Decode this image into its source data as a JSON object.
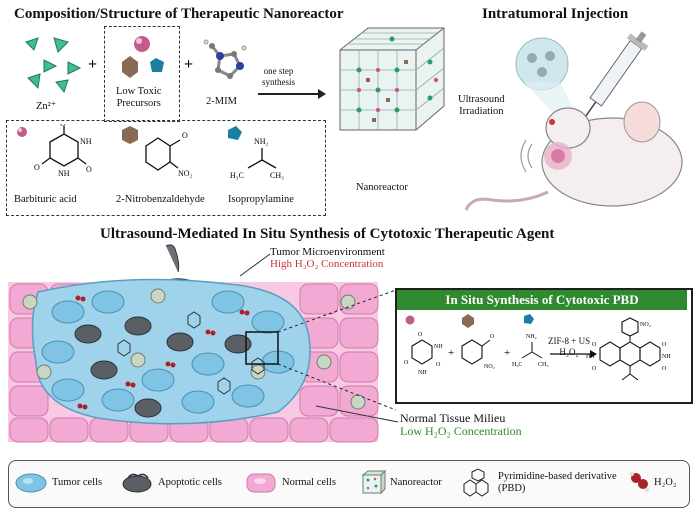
{
  "top_left": {
    "title": "Composition/Structure of Therapeutic Nanoreactor",
    "zn_label": "Zn²⁺",
    "plus1": "+",
    "plus2": "+",
    "precursors_label_line1": "Low Toxic",
    "precursors_label_line2": "Precursors",
    "mim_label": "2-MIM",
    "arrow_label_line1": "one step",
    "arrow_label_line2": "synthesis",
    "nanoreactor_label": "Nanoreactor",
    "precursors": [
      {
        "name": "Barbituric acid",
        "color": "#b0487a"
      },
      {
        "name": "2-Nitrobenzaldehyde",
        "color": "#8a6a55"
      },
      {
        "name": "Isopropylamine",
        "color": "#1b7fa0"
      }
    ]
  },
  "top_right": {
    "title": "Intratumoral Injection",
    "ultrasound_line1": "Ultrasound",
    "ultrasound_line2": "Irradiation"
  },
  "middle": {
    "title": "Ultrasound-Mediated In Situ Synthesis of Cytotoxic Therapeutic Agent",
    "tumor_micro_line1": "Tumor Microenvironment",
    "tumor_micro_line2": "High H₂O₂ Concentration",
    "normal_line1": "Normal Tissue Milieu",
    "normal_line2": "Low H₂O₂ Concentration"
  },
  "pbd_panel": {
    "header": "In Situ Synthesis of Cytotoxic PBD",
    "reagent_line1": "ZIF-8 + US",
    "reagent_line2": "H₂O₂"
  },
  "legend": {
    "items": [
      {
        "label": "Tumor cells"
      },
      {
        "label": "Apoptotic cells"
      },
      {
        "label": "Normal cells"
      },
      {
        "label": "Nanoreactor"
      },
      {
        "label": "Pyrimidine-based derivative (PBD)"
      },
      {
        "label": "H₂O₂"
      }
    ]
  },
  "colors": {
    "tumor_cell": "#7fc4e4",
    "normal_cell": "#f2a9d4",
    "apoptotic": "#5a5f66",
    "header_green": "#2f8a2f",
    "text_red": "#c8323c",
    "text_green": "#2f8a2f"
  }
}
